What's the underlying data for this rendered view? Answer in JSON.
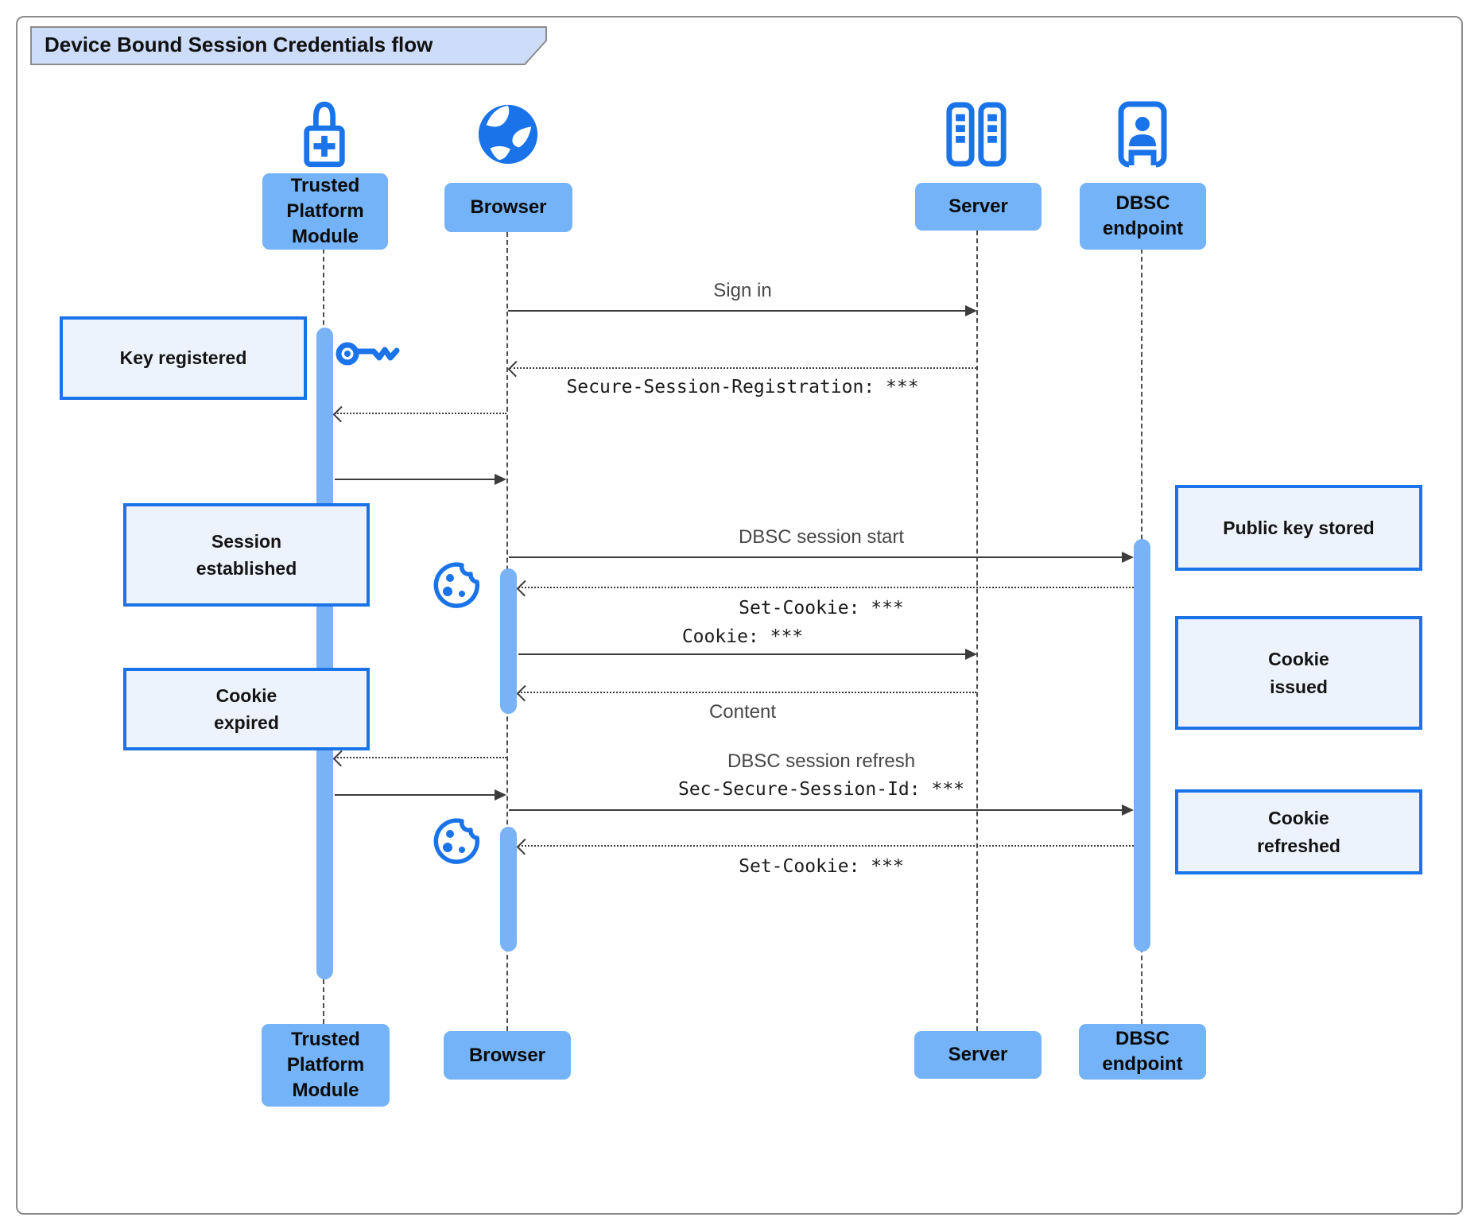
{
  "title": "Device Bound Session Credentials flow",
  "actors": {
    "tpm": "Trusted\nPlatform\nModule",
    "browser": "Browser",
    "server": "Server",
    "dbsc": "DBSC\nendpoint"
  },
  "messages": {
    "sign_in": "Sign in",
    "registration": "Secure-Session-Registration: ***",
    "dbsc_session_start": "DBSC session start",
    "set_cookie_1": "Set-Cookie: ***",
    "cookie": "Cookie: ***",
    "content": "Content",
    "dbsc_session_refresh": "DBSC session refresh",
    "sec_secure_session_id": "Sec-Secure-Session-Id: ***",
    "set_cookie_2": "Set-Cookie: ***"
  },
  "notes": {
    "key_registered": "Key registered",
    "session_established": "Session\nestablished",
    "cookie_expired": "Cookie\nexpired",
    "public_key_stored": "Public key stored",
    "cookie_issued": "Cookie\nissued",
    "cookie_refreshed": "Cookie\nrefreshed"
  },
  "icons": {
    "tpm": "lock-plus-icon",
    "browser": "globe-icon",
    "server": "server-rack-icon",
    "dbsc": "door-person-icon",
    "key": "key-icon",
    "cookie": "cookie-icon"
  },
  "colors": {
    "accent_blue": "#1a73e8",
    "label_bg": "#74b3f7",
    "activation_bar": "#79b3f5",
    "note_bg": "#edf3fd",
    "note_border": "#1a73e8",
    "title_bg": "#ccdcf9",
    "frame_gray": "#8c8c8c",
    "arrow": "#3c3c3c"
  }
}
